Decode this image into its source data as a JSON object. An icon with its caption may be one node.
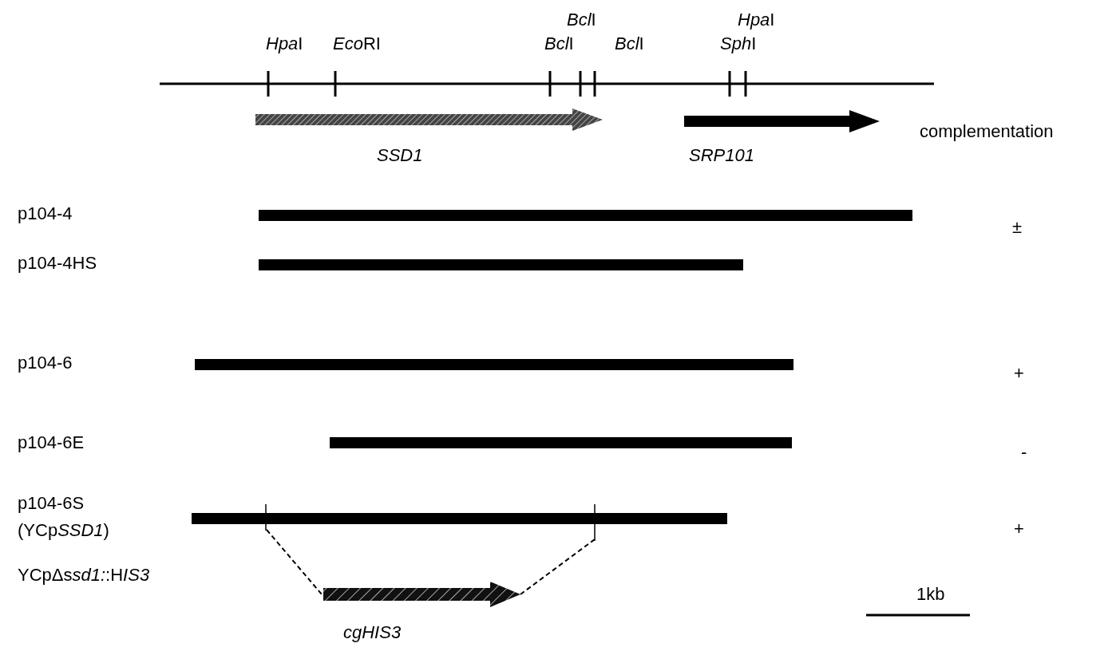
{
  "diagram": {
    "nodes": [
      {
        "text": [],
        "shape": "bar"
      },
      {
        "text": [],
        "shape": "bar"
      },
      {
        "text": [],
        "shape": "bar"
      },
      {
        "text": [],
        "shape": "bar"
      },
      {
        "text": [],
        "shape": "bar"
      }
    ],
    "labels": [
      "BclI",
      "HpaI",
      "HpaI",
      "EcoRI",
      "BclI",
      "BclI",
      "SphI",
      "complementation",
      "SSD1",
      "SRP101",
      "p104-4",
      "±",
      "p104-4HS",
      "p104-6",
      "+",
      "p104-6E",
      "-",
      "p104-6S",
      "(YCpSSD1)",
      "+",
      "YCpΔssd1::HIS3",
      "1kb",
      "cgHIS3"
    ]
  }
}
